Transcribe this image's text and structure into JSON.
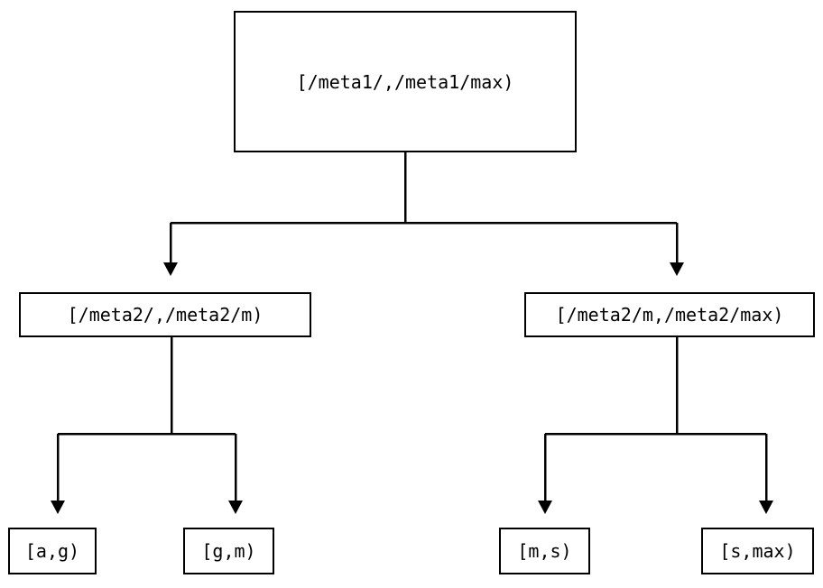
{
  "diagram": {
    "type": "tree",
    "title": "",
    "background_color": "#ffffff",
    "line_color": "#000000",
    "node_border_color": "#000000",
    "node_fill_color": "#ffffff",
    "nodes": {
      "root": {
        "label": "[/meta1/,/meta1/max)"
      },
      "left_mid": {
        "label": "[/meta2/,/meta2/m)"
      },
      "right_mid": {
        "label": "[/meta2/m,/meta2/max)"
      },
      "leaf_0": {
        "label": "[a,g)"
      },
      "leaf_1": {
        "label": "[g,m)"
      },
      "leaf_2": {
        "label": "[m,s)"
      },
      "leaf_3": {
        "label": "[s,max)"
      }
    },
    "edges": [
      {
        "from": "root",
        "to": "left_mid"
      },
      {
        "from": "root",
        "to": "right_mid"
      },
      {
        "from": "left_mid",
        "to": "leaf_0"
      },
      {
        "from": "left_mid",
        "to": "leaf_1"
      },
      {
        "from": "right_mid",
        "to": "leaf_2"
      },
      {
        "from": "right_mid",
        "to": "leaf_3"
      }
    ]
  }
}
